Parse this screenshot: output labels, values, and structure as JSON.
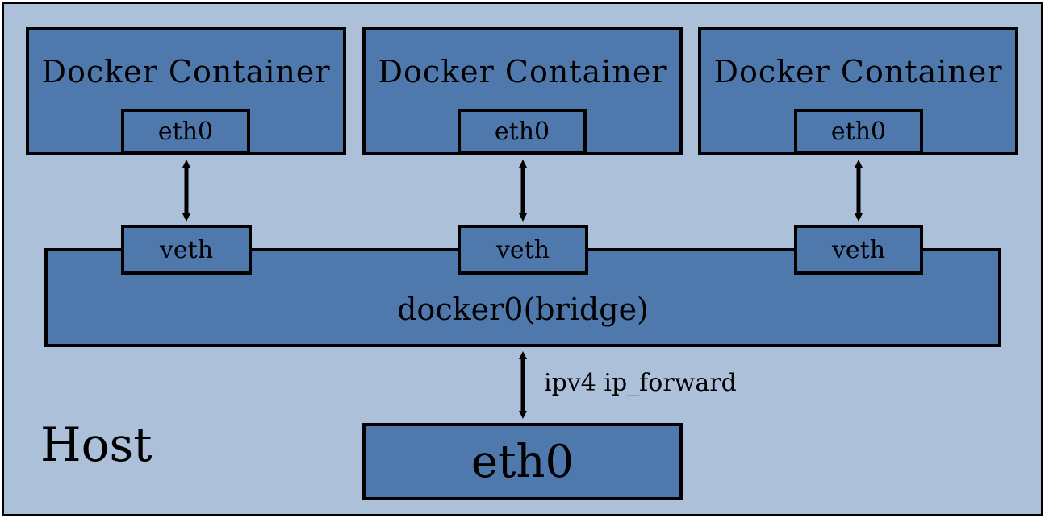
{
  "host": {
    "label": "Host"
  },
  "containers": [
    {
      "title": "Docker Container",
      "port": "eth0",
      "veth": "veth"
    },
    {
      "title": "Docker Container",
      "port": "eth0",
      "veth": "veth"
    },
    {
      "title": "Docker Container",
      "port": "eth0",
      "veth": "veth"
    }
  ],
  "bridge": {
    "label": "docker0(bridge)"
  },
  "forward": {
    "label": "ipv4 ip_forward"
  },
  "host_nic": {
    "label": "eth0"
  },
  "colors": {
    "host_bg": "#adc0da",
    "box_fill": "#4f79ad",
    "stroke": "#000000"
  }
}
